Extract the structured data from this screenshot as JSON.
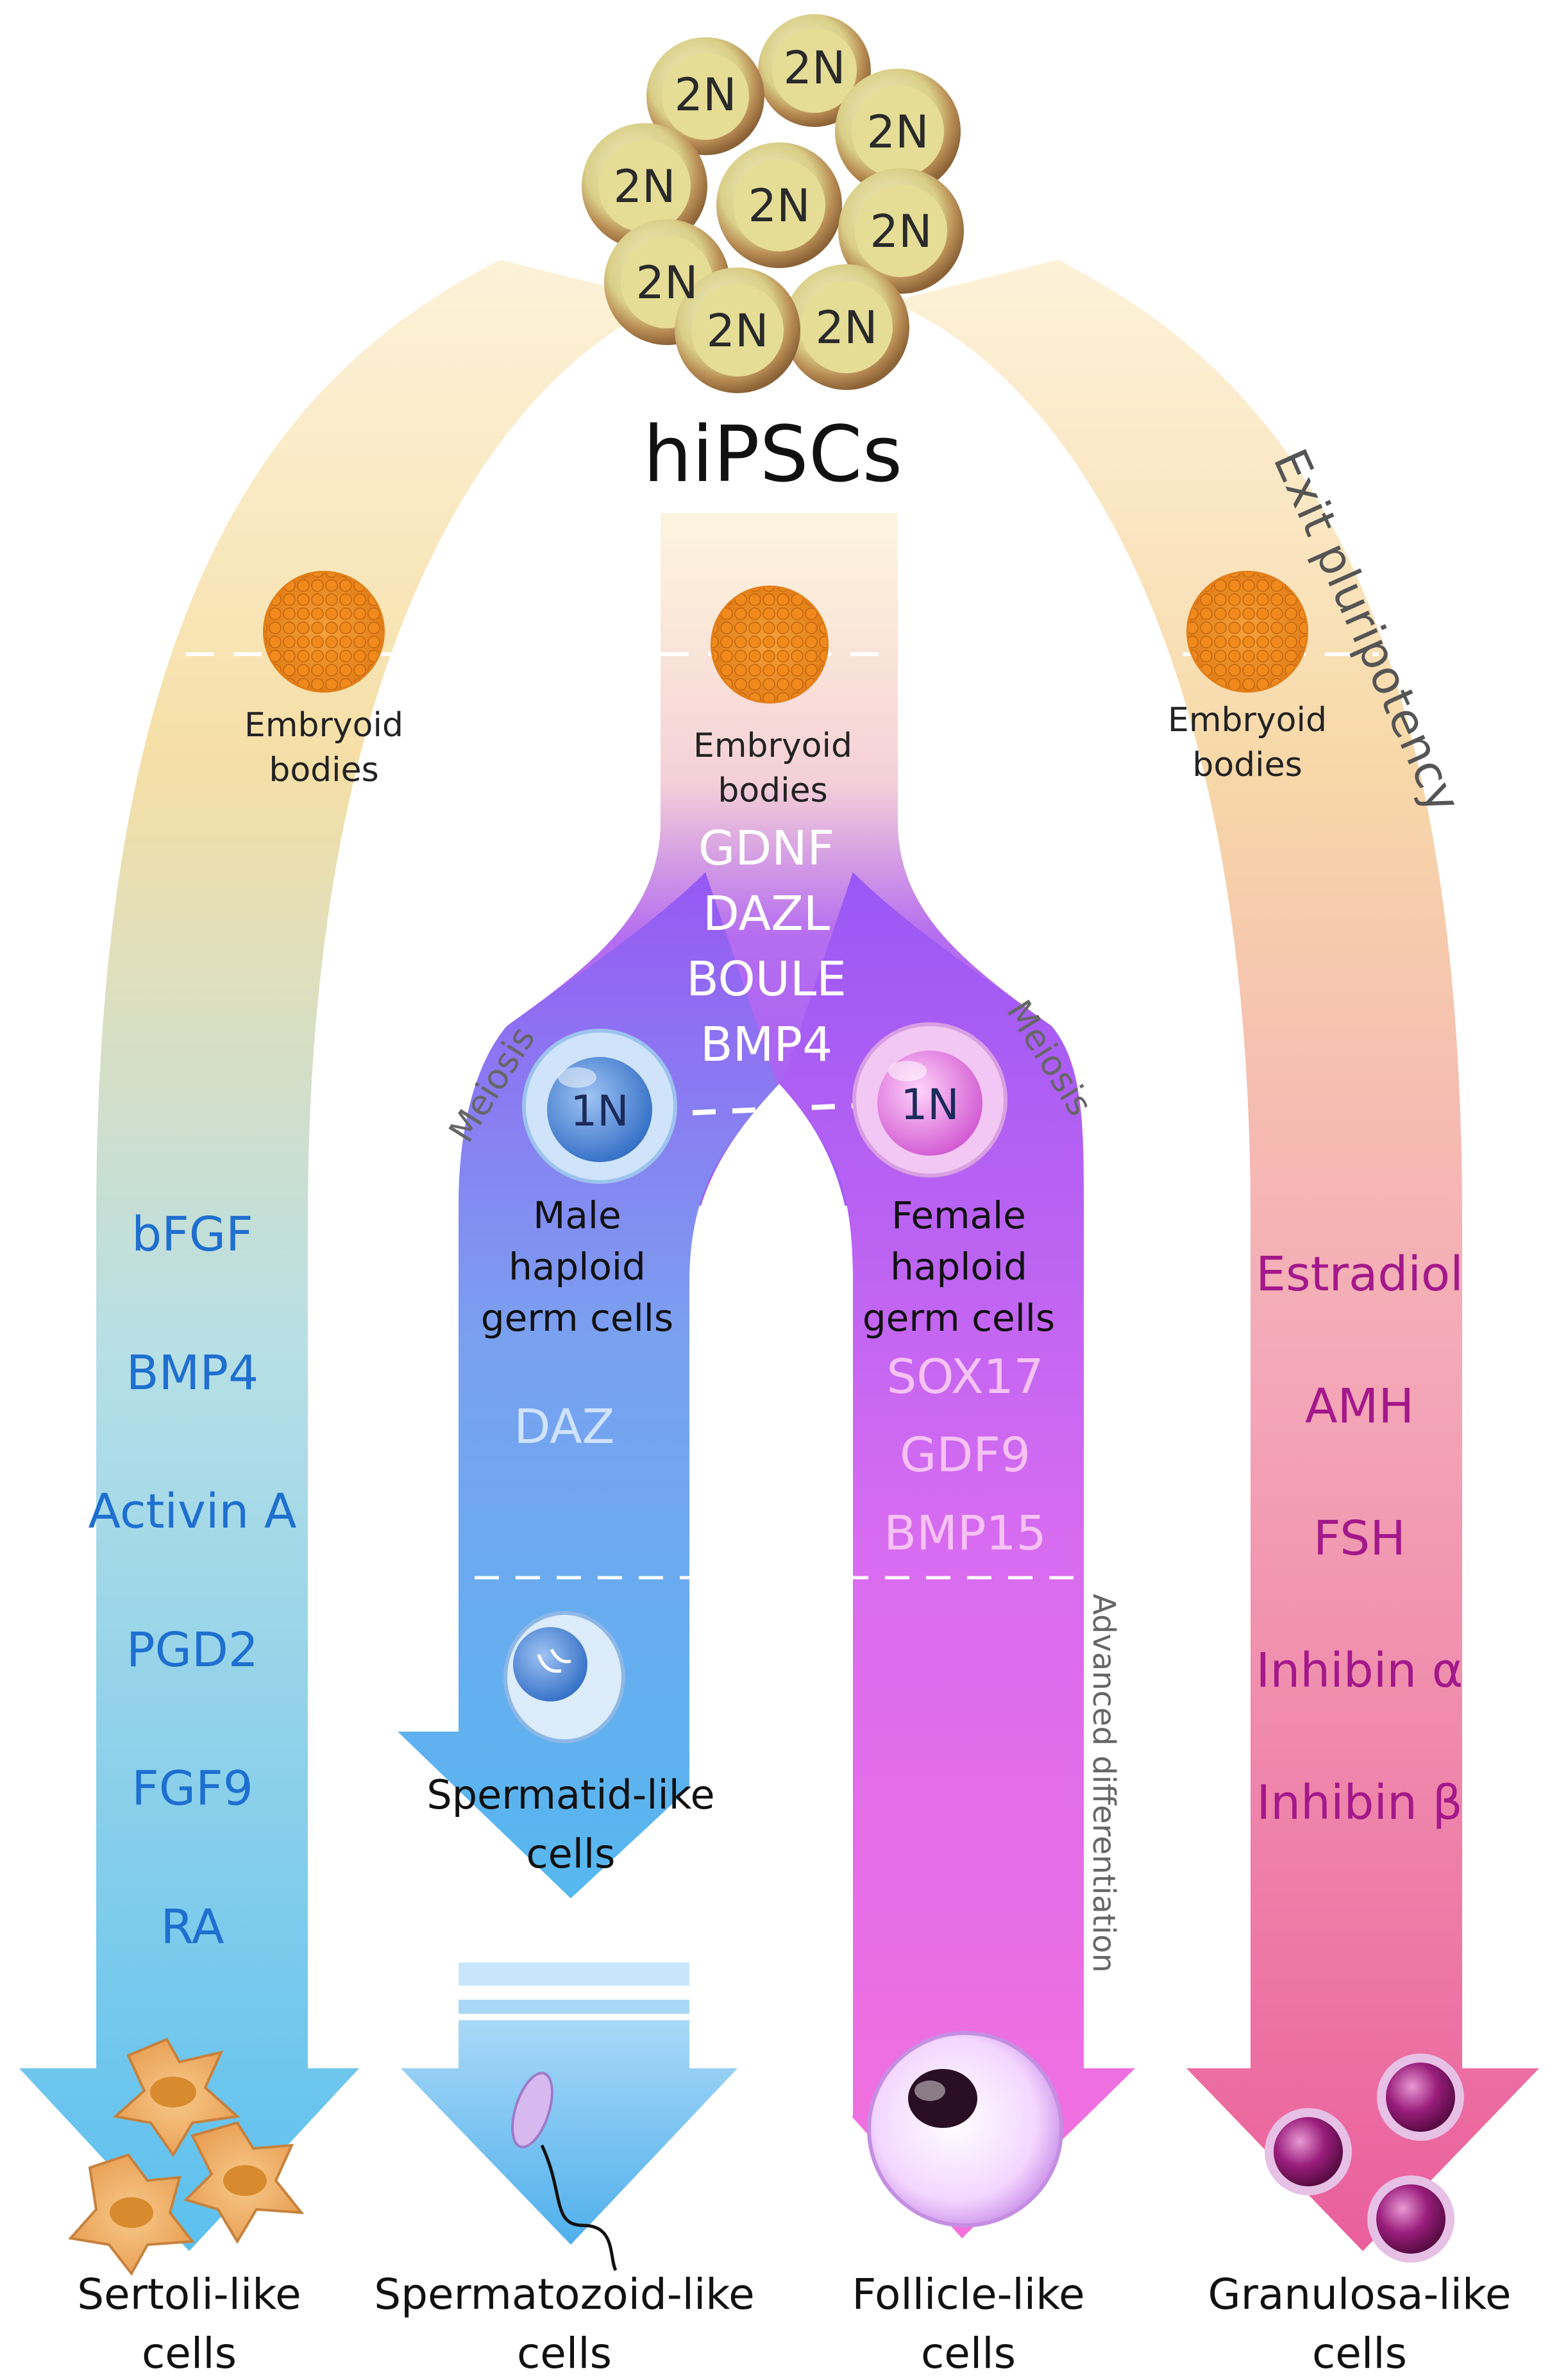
{
  "title": "hiPSCs",
  "cluster_label": "2N",
  "embryoid_label_line1": "Embryoid",
  "embryoid_label_line2": "bodies",
  "side_labels": {
    "exit_pluripotency": "Exit pluripotency",
    "meiosis_left": "Meiosis",
    "meiosis_right": "Meiosis",
    "advanced_differentiation": "Advanced differentiation"
  },
  "haploid_label": "1N",
  "center_factors": [
    "GDNF",
    "DAZL",
    "BOULE",
    "BMP4"
  ],
  "male_haploid": [
    "Male",
    "haploid",
    "germ cells"
  ],
  "female_haploid": [
    "Female",
    "haploid",
    "germ cells"
  ],
  "male_factors": [
    "DAZ"
  ],
  "female_factors": [
    "SOX17",
    "GDF9",
    "BMP15"
  ],
  "sertoli_factors": [
    "bFGF",
    "BMP4",
    "Activin A",
    "PGD2",
    "FGF9",
    "RA"
  ],
  "granulosa_factors": [
    "Estradiol",
    "AMH",
    "FSH",
    "Inhibin α",
    "Inhibin β"
  ],
  "spermatid": [
    "Spermatid-like",
    "cells"
  ],
  "outcomes": {
    "sertoli": [
      "Sertoli-like",
      "cells"
    ],
    "spermatozoid": [
      "Spermatozoid-like",
      "cells"
    ],
    "follicle": [
      "Follicle-like",
      "cells"
    ],
    "granulosa": [
      "Granulosa-like",
      "cells"
    ]
  },
  "colors": {
    "sertoli_text": "#1f6fd0",
    "granulosa_text": "#a3188a",
    "center_text": "#ffffff",
    "female_factor_text": "#f6c2f4",
    "male_factor_text": "#cfe2ff"
  }
}
